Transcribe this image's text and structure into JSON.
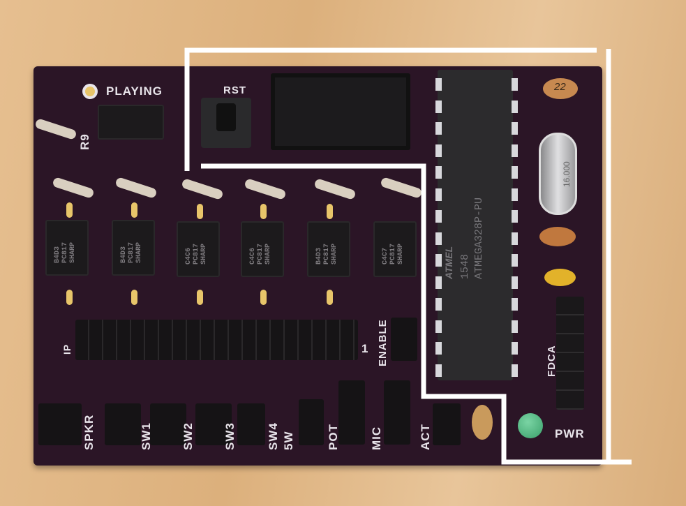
{
  "labels": {
    "playing": "PLAYING",
    "rst": "RST",
    "r9": "R9",
    "ip": "IP",
    "one": "1",
    "enable": "ENABLE",
    "spkr": "SPKR",
    "sw1": "SW1",
    "sw2": "SW2",
    "sw3": "SW3",
    "sw4": "SW4",
    "five_w": "5W",
    "pot": "POT",
    "mic": "MIC",
    "act": "ACT",
    "pwr": "PWR",
    "fdca": "FDCA",
    "cap_22": "22"
  },
  "chip": {
    "brand": "ATMEL",
    "date_code": "1548",
    "part": "ATMEGA328P-PU"
  },
  "crystal": {
    "marking": "16.000"
  },
  "optocouplers": [
    {
      "code": "B4D3",
      "part": "PC817",
      "maker": "SHARP"
    },
    {
      "code": "B4D3",
      "part": "PC817",
      "maker": "SHARP"
    },
    {
      "code": "C4C6",
      "part": "PC817",
      "maker": "SHARP"
    },
    {
      "code": "C4C6",
      "part": "PC817",
      "maker": "SHARP"
    },
    {
      "code": "B4D3",
      "part": "PC817",
      "maker": "SHARP"
    },
    {
      "code": "C4C7",
      "part": "PC817",
      "maker": "SHARP"
    }
  ],
  "colors": {
    "board": "#2b1526",
    "annotation": "#ffffff",
    "led": "#3aa06a"
  }
}
